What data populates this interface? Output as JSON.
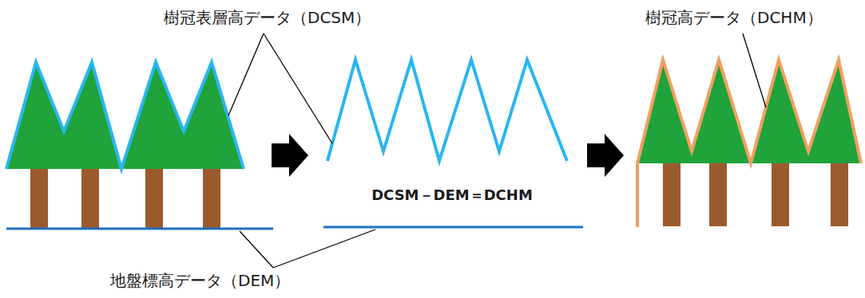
{
  "diagram": {
    "labels": [
      "樹冠表層高データ（DCSM）",
      "樹冠高データ（DCHM）",
      "DCSM－DEM＝DCHM",
      "地盤標高データ（DEM）"
    ]
  }
}
